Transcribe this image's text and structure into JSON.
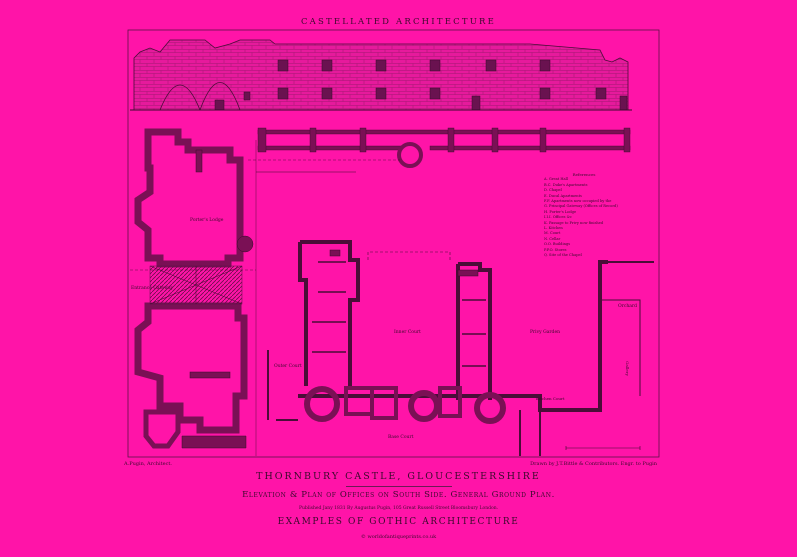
{
  "header": {
    "title": "CASTELLATED ARCHITECTURE"
  },
  "credits": {
    "left": "A.Pugin, Architect.",
    "right": "Drawn by J.T.Bittle & Contributors. Engr. to Pugin"
  },
  "title": {
    "main": "THORNBURY CASTLE, GLOUCESTERSHIRE"
  },
  "subtitle": {
    "text": "Elevation & Plan of Offices on South Side. General Ground Plan."
  },
  "publication": {
    "note": "Published Jany 1831 By Augustus Pugin, 105 Great Russell Street Bloomsbury London."
  },
  "series": {
    "title": "EXAMPLES OF GOTHIC ARCHITECTURE"
  },
  "footer": {
    "url": "© worldofantiqueprints.co.uk"
  },
  "plan_labels": {
    "porters_lodge": "Porter's Lodge",
    "entrance_gateway": "Entrance Gateway",
    "outer_court": "Outer Court",
    "inner_court": "Inner Court",
    "privy_garden": "Privy Garden",
    "base_court": "Base Court",
    "kitchen_court": "Kitchen Court",
    "orchard": "Orchard",
    "privy_gallery": "Gallery"
  },
  "references": {
    "heading": "References",
    "items": [
      "A. Great Hall",
      "B.C. Duke's Apartments",
      "D. Chapel",
      "E. Ducal Apartments",
      "F.F. Apartments now occupied by the",
      "G. Principal Gateway (Offices of Record)",
      "H. Porter's Lodge",
      "I.I.I. Offices &c",
      "K. Passage to Privy now finished",
      "L. Kitchen",
      "M. Court",
      "N. Cellar",
      "O.O. Buildings",
      "P.P.O. Stores",
      "Q. Site of the Chapel"
    ]
  },
  "colors": {
    "paper": "#ff14a8",
    "ink": "#3a0a2c",
    "wall": "#7a1055",
    "hatch": "#c8108a"
  }
}
